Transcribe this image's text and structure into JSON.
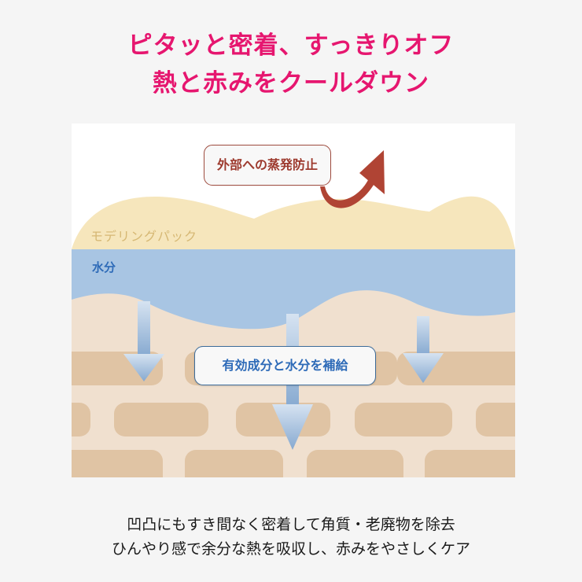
{
  "headline": {
    "line1": "ピタッと密着、すっきりオフ",
    "line2": "熱と赤みをクールダウン"
  },
  "diagram": {
    "callouts": {
      "evaporation": "外部への蒸発防止",
      "supply": "有効成分と水分を補給"
    },
    "layers": {
      "pack": "モデリングパック",
      "water": "水分"
    },
    "icons": {
      "evaporation_arrow": "curved-up-arrow-icon",
      "penetration_arrows": "down-arrow-icon"
    },
    "colors": {
      "headline": "#e6166f",
      "pack_layer": "#f6e6bc",
      "pack_label": "#d6b874",
      "water_layer": "#a8c5e3",
      "water_label": "#2e6bb8",
      "skin_base": "#f0e0cf",
      "skin_cell": "#e0c4a4",
      "evap_arrow": "#b04434",
      "penetration_arrow": "#8fb0d3",
      "supply_text": "#2e6bb8",
      "evap_text": "#9d3a2e"
    }
  },
  "caption": {
    "line1": "凹凸にもすき間なく密着して角質・老廃物を除去",
    "line2": "ひんやり感で余分な熱を吸収し、赤みをやさしくケア"
  }
}
